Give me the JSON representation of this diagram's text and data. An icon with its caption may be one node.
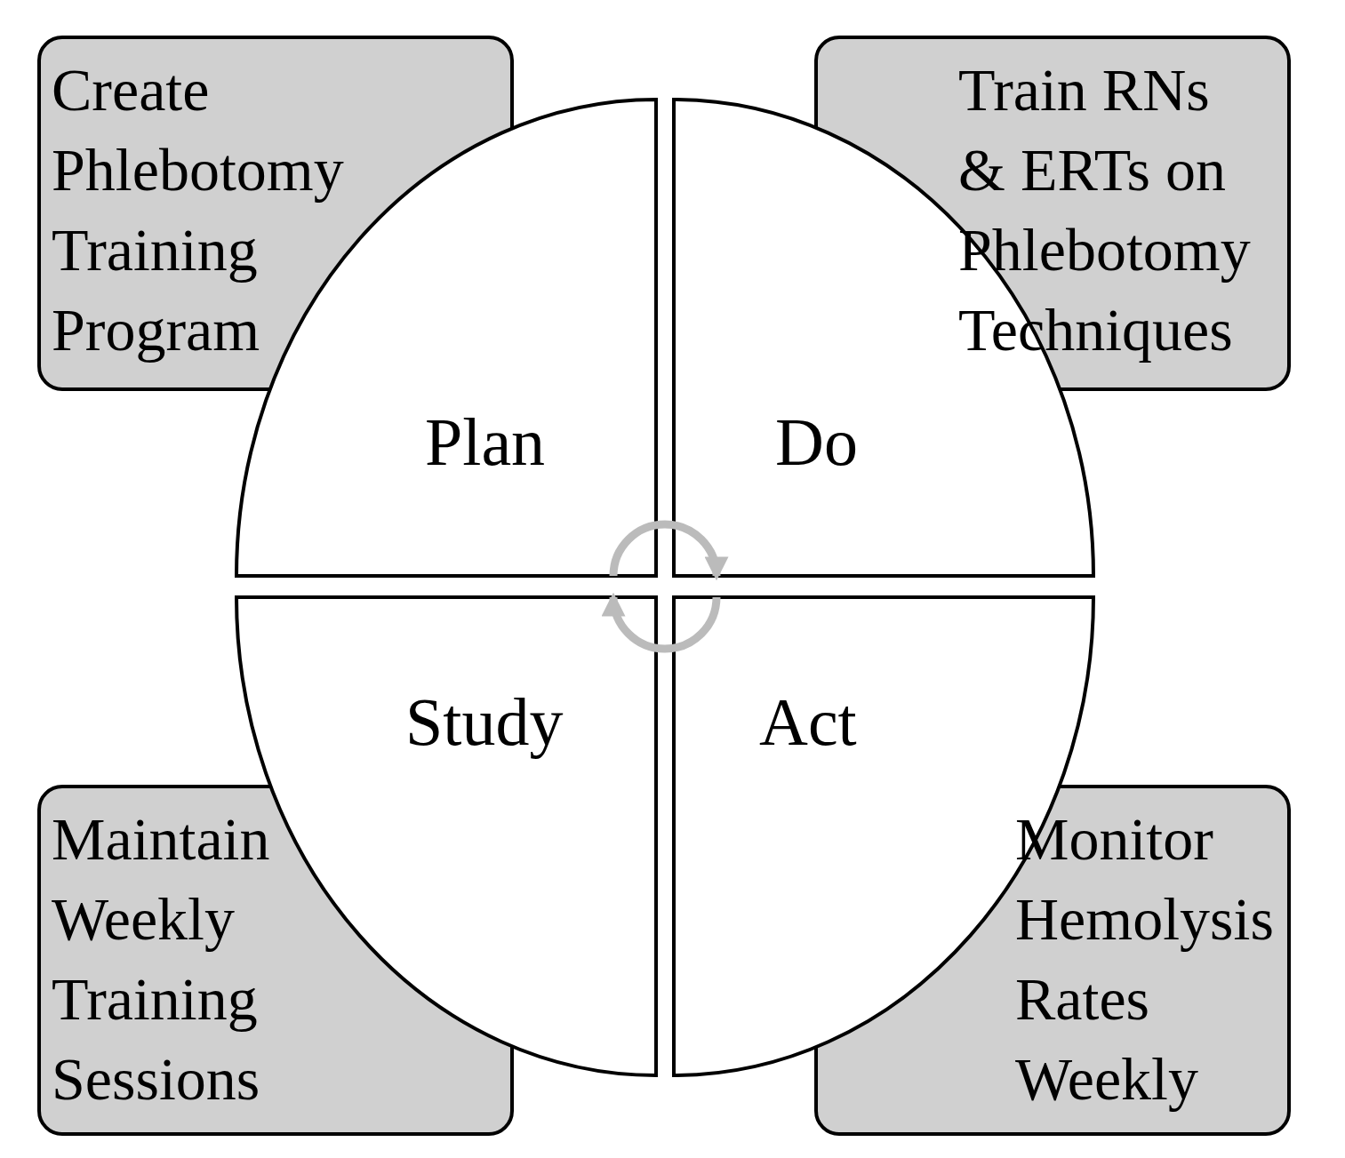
{
  "diagram": {
    "nodes": [
      {
        "text": [
          "Create Phlebotomy Training Program"
        ]
      },
      {
        "text": [
          "Train RNs & ERTs on Phlebotomy Techniques"
        ]
      },
      {
        "text": [
          "Plan"
        ]
      },
      {
        "text": [
          "Do"
        ]
      },
      {
        "text": [
          "Study"
        ]
      },
      {
        "text": [
          "Act"
        ]
      },
      {
        "text": [
          "Maintain Weekly Training Sessions"
        ]
      },
      {
        "text": [
          "Monitor Hemolysis Rates Weekly"
        ]
      }
    ],
    "edges": [
      {
        "from": 2,
        "to": 3,
        "arrow": "to",
        "color": "#bbbbbb"
      },
      {
        "from": 5,
        "to": 4,
        "arrow": "to",
        "color": "#bbbbbb"
      }
    ]
  }
}
